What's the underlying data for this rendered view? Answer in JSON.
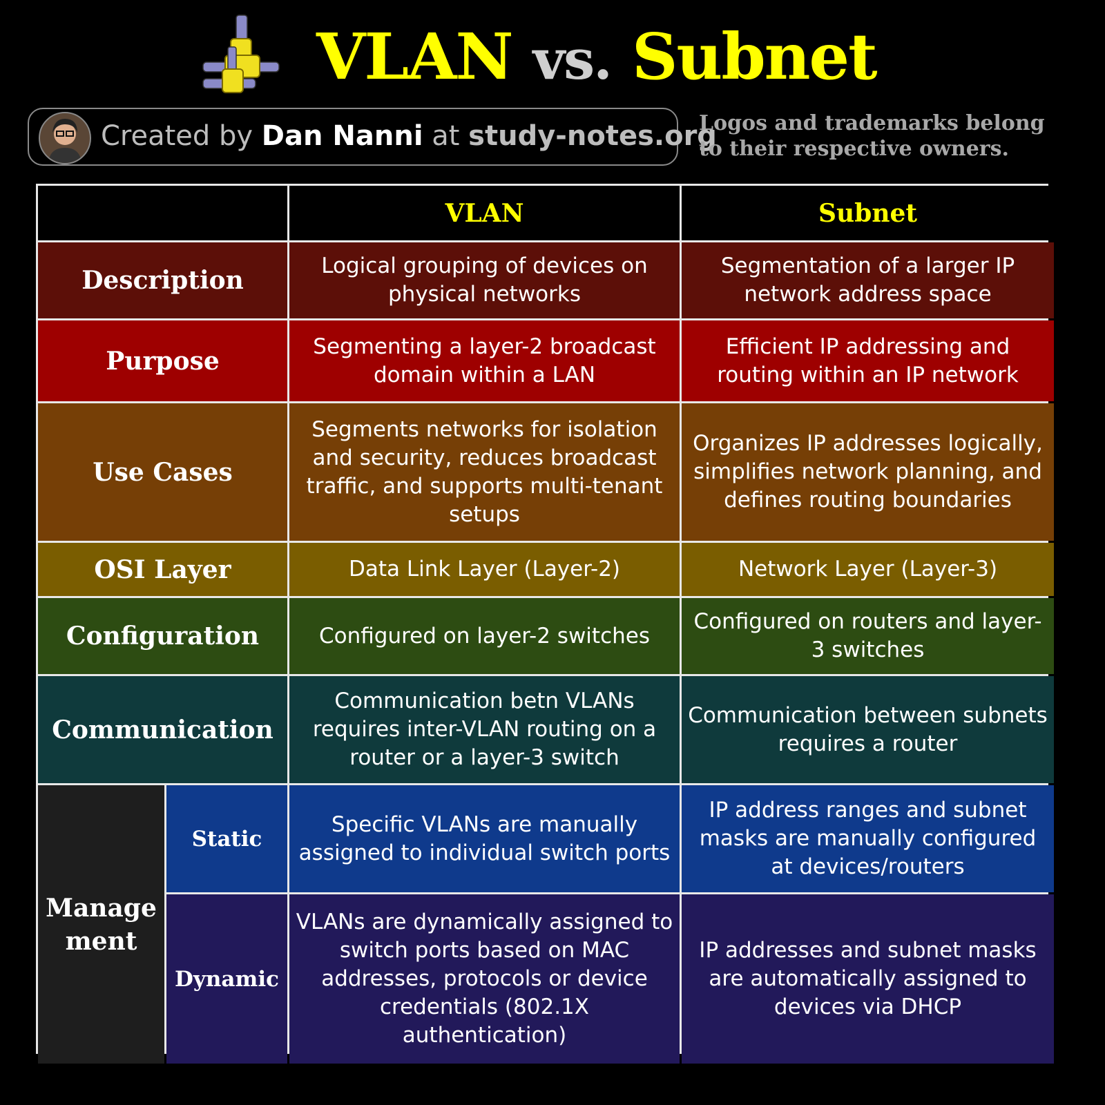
{
  "header": {
    "title_part1": "VLAN",
    "title_vs": "vs.",
    "title_part2": "Subnet",
    "logo_icon": "network-pipes-icon"
  },
  "credit": {
    "prefix": "Created by",
    "author": "Dan Nanni",
    "at": "at",
    "site": "study-notes.org"
  },
  "disclaimer": {
    "line1": "Logos and trademarks belong",
    "line2": "to their respective owners."
  },
  "table": {
    "columns": [
      "VLAN",
      "Subnet"
    ],
    "rows": [
      {
        "label": "Description",
        "vlan": "Logical grouping of devices on physical networks",
        "subnet": "Segmentation  of a larger IP network address space",
        "color": "#5c0f08"
      },
      {
        "label": "Purpose",
        "vlan": "Segmenting a layer-2 broadcast domain within a LAN",
        "subnet": "Efficient IP addressing and routing within an IP network",
        "color": "#9e0000"
      },
      {
        "label": "Use Cases",
        "vlan": "Segments networks for isolation and security, reduces broadcast traffic, and supports multi-tenant setups",
        "subnet": "Organizes IP addresses logically, simplifies network planning, and defines routing boundaries",
        "color": "#763f06"
      },
      {
        "label": "OSI Layer",
        "vlan": "Data Link Layer (Layer-2)",
        "subnet": "Network Layer (Layer-3)",
        "color": "#7a5d00"
      },
      {
        "label": "Configuration",
        "vlan": "Configured on layer-2 switches",
        "subnet": "Configured  on routers and layer-3 switches",
        "color": "#2d4c12"
      },
      {
        "label": "Communication",
        "vlan": "Communication betn VLANs requires inter-VLAN routing on a router or a layer-3 switch",
        "subnet": "Communication between subnets requires a router",
        "color": "#0f3a3c"
      }
    ],
    "management": {
      "label": "Manage ment",
      "color": "#1e1e1e",
      "static": {
        "label": "Static",
        "vlan": "Specific VLANs are manually assigned to individual switch ports",
        "subnet": "IP address ranges and subnet masks are manually configured at devices/routers",
        "color": "#0f3a8c"
      },
      "dynamic": {
        "label": "Dynamic",
        "vlan": "VLANs are  dynamically assigned to switch ports based on MAC addresses, protocols or device credentials (802.1X authentication)",
        "subnet": "IP addresses and subnet masks are automatically assigned to devices via DHCP",
        "color": "#22195a"
      }
    }
  }
}
